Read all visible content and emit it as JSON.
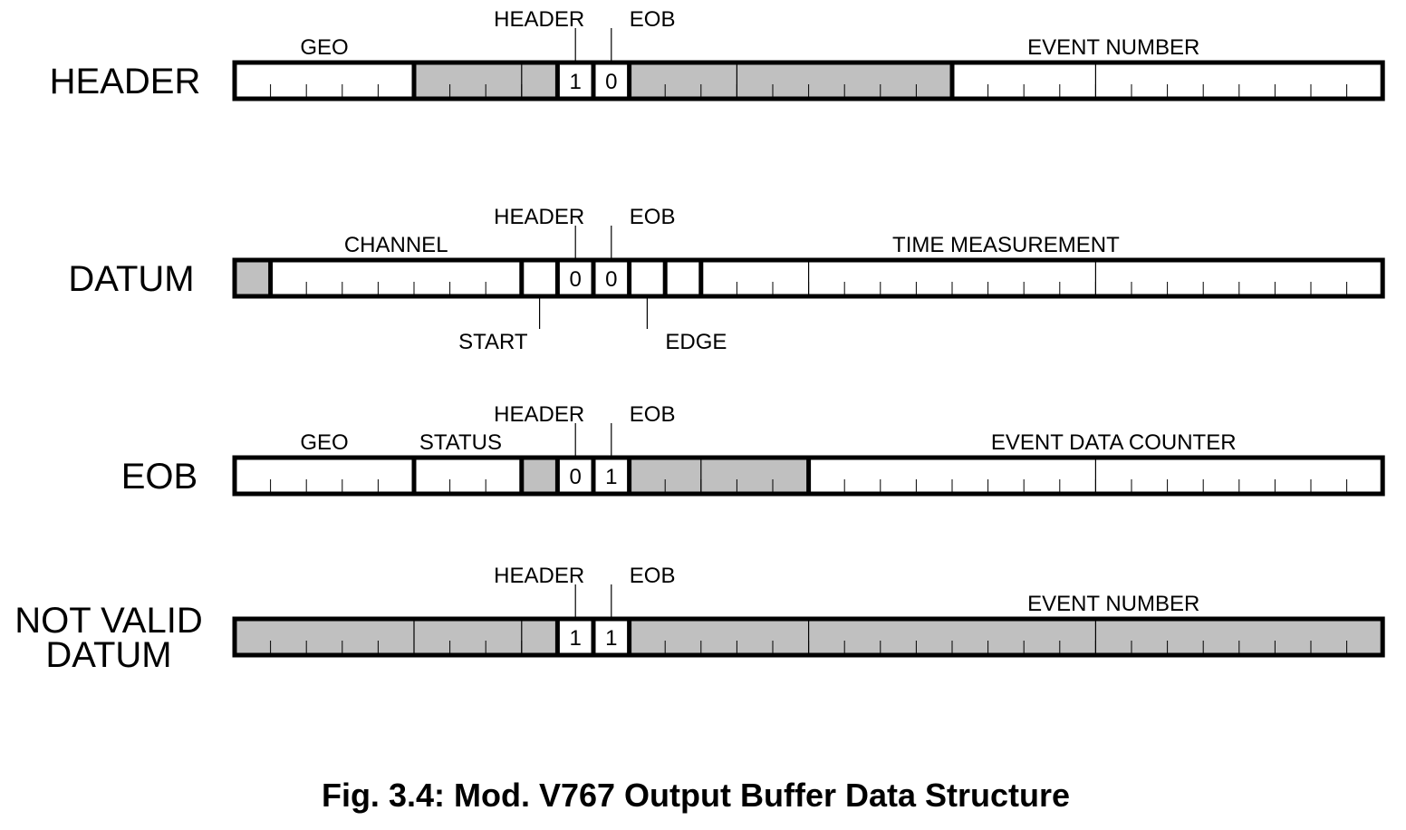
{
  "colors": {
    "shaded": "#c0c0c0",
    "ink": "#000000",
    "blank": "#ffffff"
  },
  "caption": "Fig. 3.4: Mod. V767 Output Buffer Data Structure",
  "rows": [
    {
      "label_lines": [
        "HEADER"
      ],
      "shaded_bit_ranges": [
        [
          5,
          8
        ],
        [
          11,
          19
        ]
      ],
      "thick_dividers": [
        5,
        9,
        10,
        11,
        20
      ],
      "thin_dividers": [
        8,
        14,
        24
      ],
      "bit_values": [
        {
          "bit": 9,
          "value": "1"
        },
        {
          "bit": 10,
          "value": "0"
        }
      ],
      "fields": [
        {
          "text": "GEO",
          "center_bit": 2.5,
          "pos": "above"
        },
        {
          "text": "EVENT NUMBER",
          "center_bit": 24.5,
          "pos": "above"
        },
        {
          "text": "HEADER",
          "bit": 9.5,
          "pos": "callout-above"
        },
        {
          "text": "EOB",
          "bit": 10.5,
          "pos": "callout-above"
        }
      ]
    },
    {
      "label_lines": [
        "DATUM"
      ],
      "shaded_bit_ranges": [
        [
          0,
          0
        ]
      ],
      "thick_dividers": [
        1,
        8,
        9,
        10,
        11,
        12,
        13
      ],
      "thin_dividers": [
        16,
        24
      ],
      "bit_values": [
        {
          "bit": 9,
          "value": "0"
        },
        {
          "bit": 10,
          "value": "0"
        }
      ],
      "fields": [
        {
          "text": "CHANNEL",
          "center_bit": 4.5,
          "pos": "above"
        },
        {
          "text": "TIME MEASUREMENT",
          "center_bit": 21.5,
          "pos": "above"
        },
        {
          "text": "HEADER",
          "bit": 9.5,
          "pos": "callout-above"
        },
        {
          "text": "EOB",
          "bit": 10.5,
          "pos": "callout-above"
        },
        {
          "text": "START",
          "bit": 8.5,
          "pos": "callout-below-left"
        },
        {
          "text": "EDGE",
          "bit": 11.5,
          "pos": "callout-below-right"
        }
      ]
    },
    {
      "label_lines": [
        "EOB"
      ],
      "shaded_bit_ranges": [
        [
          8,
          8
        ],
        [
          11,
          15
        ]
      ],
      "thick_dividers": [
        5,
        8,
        9,
        10,
        11,
        16
      ],
      "thin_dividers": [
        13,
        24
      ],
      "bit_values": [
        {
          "bit": 9,
          "value": "0"
        },
        {
          "bit": 10,
          "value": "1"
        }
      ],
      "fields": [
        {
          "text": "GEO",
          "center_bit": 2.5,
          "pos": "above"
        },
        {
          "text": "STATUS",
          "center_bit": 6.3,
          "pos": "above"
        },
        {
          "text": "EVENT DATA COUNTER",
          "center_bit": 24.5,
          "pos": "above"
        },
        {
          "text": "HEADER",
          "bit": 9.5,
          "pos": "callout-above"
        },
        {
          "text": "EOB",
          "bit": 10.5,
          "pos": "callout-above"
        }
      ]
    },
    {
      "label_lines": [
        "NOT VALID",
        "DATUM"
      ],
      "shaded_bit_ranges": [
        [
          0,
          8
        ],
        [
          11,
          31
        ]
      ],
      "thick_dividers": [
        9,
        10,
        11
      ],
      "thin_dividers": [
        5,
        8,
        16,
        24
      ],
      "bit_values": [
        {
          "bit": 9,
          "value": "1"
        },
        {
          "bit": 10,
          "value": "1"
        }
      ],
      "fields": [
        {
          "text": "EVENT NUMBER",
          "center_bit": 24.5,
          "pos": "above"
        },
        {
          "text": "HEADER",
          "bit": 9.5,
          "pos": "callout-above"
        },
        {
          "text": "EOB",
          "bit": 10.5,
          "pos": "callout-above"
        }
      ]
    }
  ]
}
